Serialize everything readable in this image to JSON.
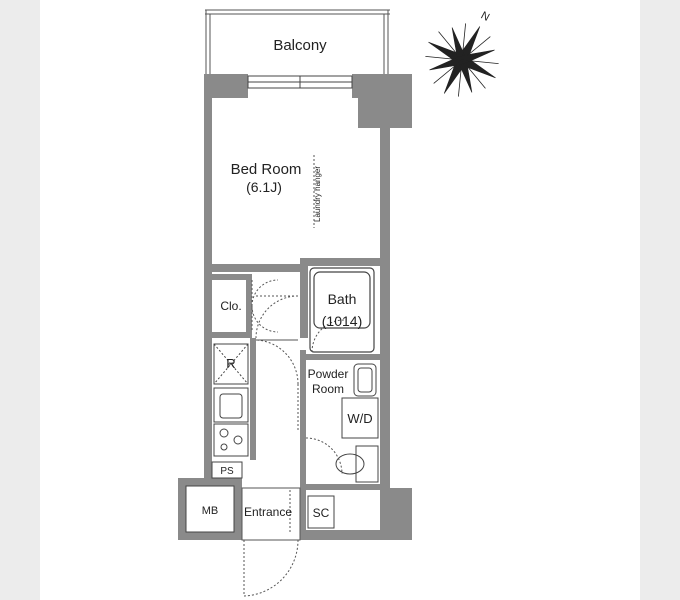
{
  "labels": {
    "balcony": "Balcony",
    "bedroom": "Bed Room",
    "bedroom_size": "(6.1J)",
    "laundry": "Laundry hanger",
    "closet": "Clo.",
    "bath": "Bath",
    "bath_size": "(1014)",
    "refrigerator": "R",
    "powder_line1": "Powder",
    "powder_line2": "Room",
    "washer": "W/D",
    "pipe_space": "PS",
    "meter_box": "MB",
    "entrance": "Entrance",
    "shoe_closet": "SC",
    "compass_north": "N"
  },
  "colors": {
    "wall": "#8a8a8a",
    "line": "#333333",
    "page_bg": "#ececec",
    "sheet_bg": "#ffffff"
  }
}
